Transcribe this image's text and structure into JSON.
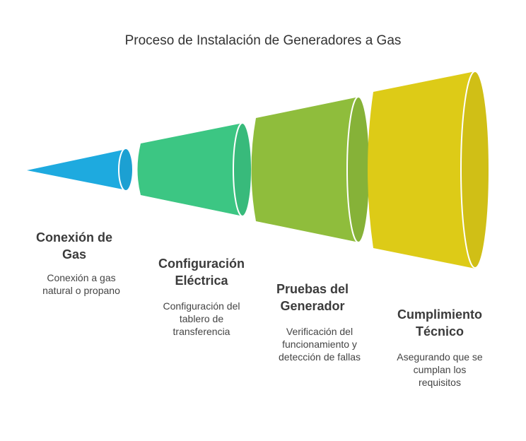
{
  "title": "Proceso de Instalación de Generadores a Gas",
  "steps": [
    {
      "title_line1": "Conexión de",
      "title_line2": "Gas",
      "desc_line1": "Conexión a gas",
      "desc_line2": "natural o propano",
      "desc_line3": "",
      "color": "#1eaadf"
    },
    {
      "title_line1": "Configuración",
      "title_line2": "Eléctrica",
      "desc_line1": "Configuración del",
      "desc_line2": "tablero de",
      "desc_line3": "transferencia",
      "color": "#3cc683"
    },
    {
      "title_line1": "Pruebas del",
      "title_line2": "Generador",
      "desc_line1": "Verificación del",
      "desc_line2": "funcionamiento y",
      "desc_line3": "detección de fallas",
      "color": "#8fbd3c"
    },
    {
      "title_line1": "Cumplimiento",
      "title_line2": "Técnico",
      "desc_line1": "Asegurando que se",
      "desc_line2": "cumplan los",
      "desc_line3": "requisitos",
      "color": "#ddcb17"
    }
  ]
}
